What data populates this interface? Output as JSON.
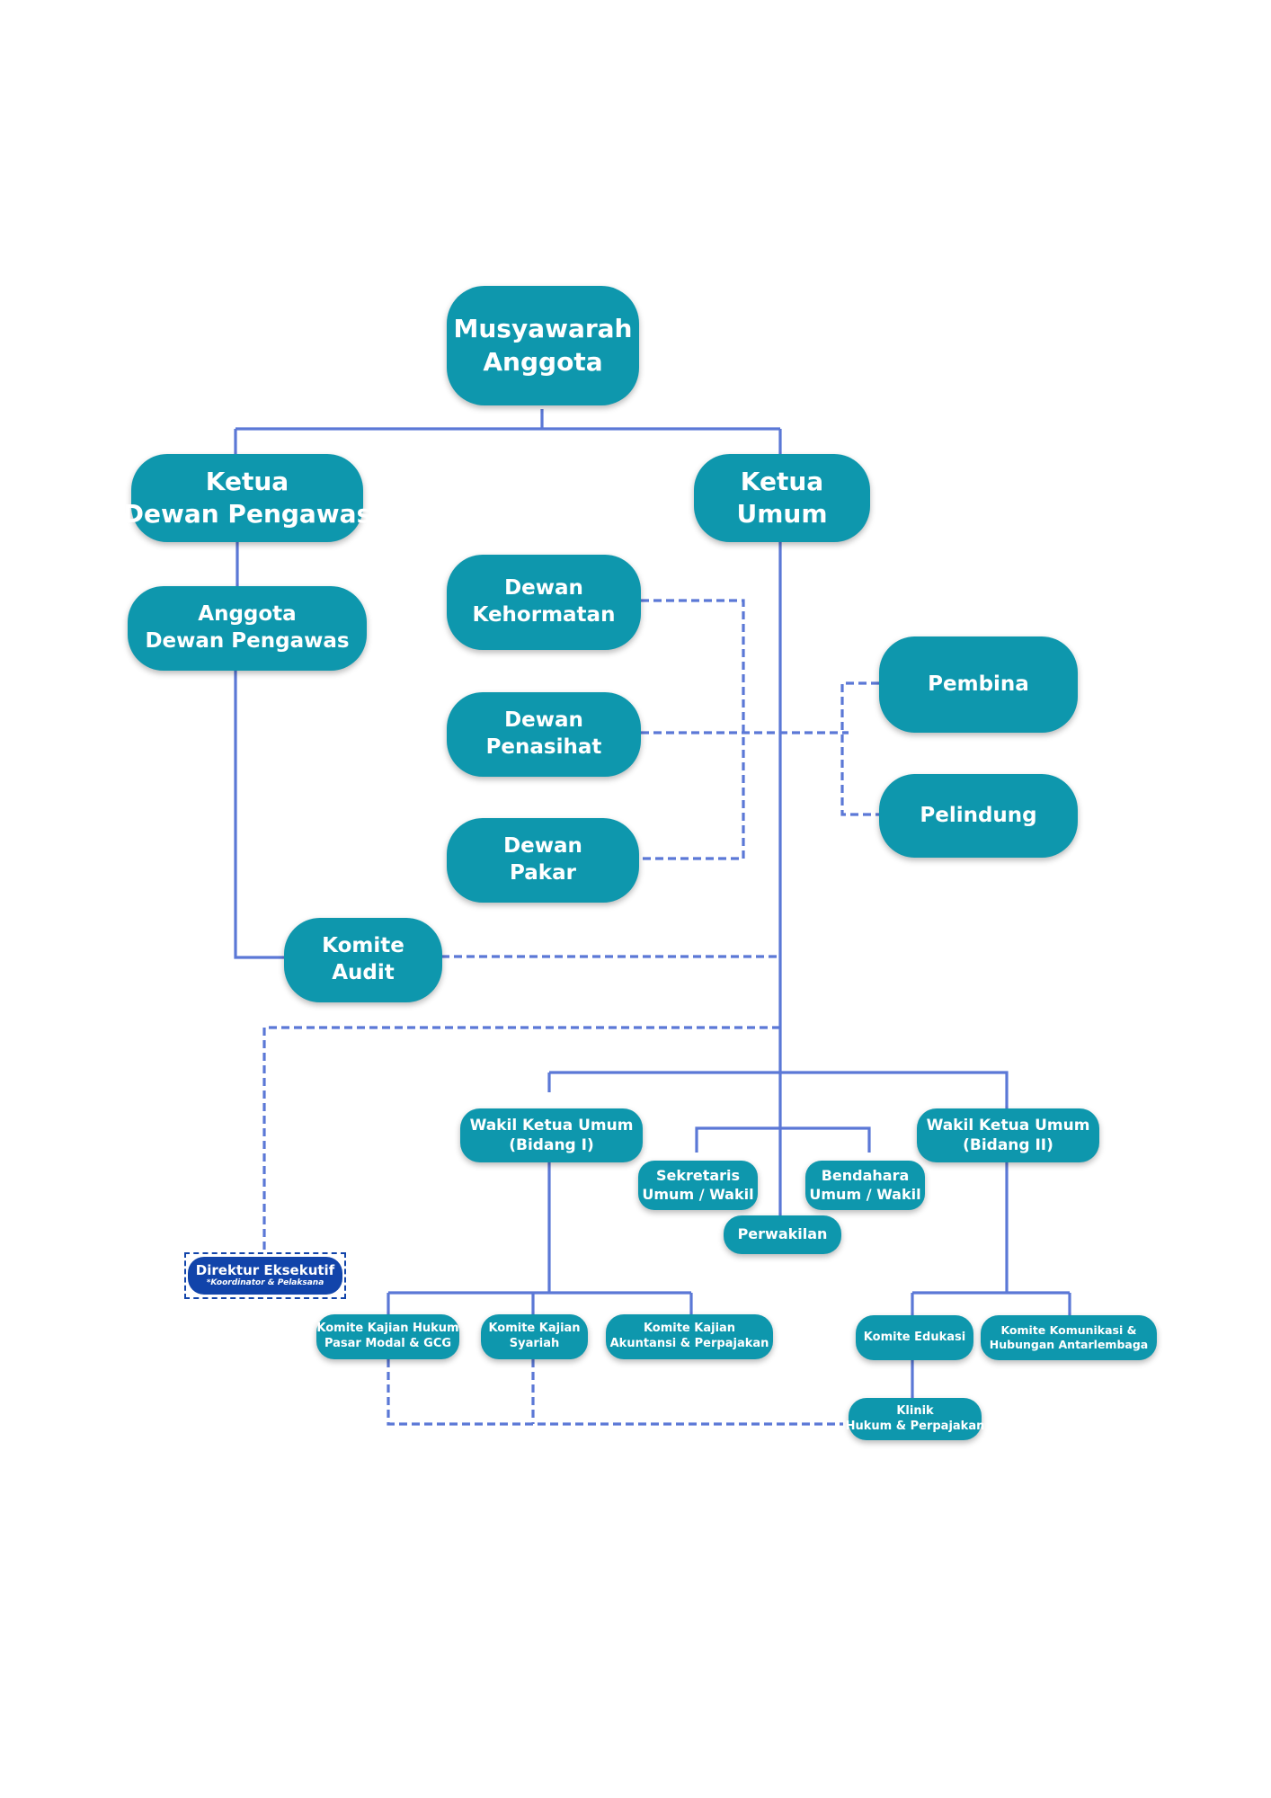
{
  "colors": {
    "node_fill": "#0e97ad",
    "line": "#5b78d6",
    "direktur_fill": "#1144aa"
  },
  "nodes": {
    "musyawarah": [
      "Musyawarah",
      "Anggota"
    ],
    "ketua_dewan_pengawas": [
      "Ketua",
      "Dewan Pengawas"
    ],
    "ketua_umum": [
      "Ketua",
      "Umum"
    ],
    "anggota_dewan_pengawas": [
      "Anggota",
      "Dewan Pengawas"
    ],
    "dewan_kehormatan": [
      "Dewan",
      "Kehormatan"
    ],
    "dewan_penasihat": [
      "Dewan",
      "Penasihat"
    ],
    "dewan_pakar": [
      "Dewan",
      "Pakar"
    ],
    "pembina": "Pembina",
    "pelindung": "Pelindung",
    "komite_audit": [
      "Komite",
      "Audit"
    ],
    "wakil_1": [
      "Wakil Ketua Umum",
      "(Bidang I)"
    ],
    "wakil_2": [
      "Wakil Ketua Umum",
      "(Bidang II)"
    ],
    "sekretaris": [
      "Sekretaris",
      "Umum / Wakil"
    ],
    "bendahara": [
      "Bendahara",
      "Umum / Wakil"
    ],
    "perwakilan": "Perwakilan",
    "direktur": {
      "title": "Direktur Eksekutif",
      "note": "*Koordinator & Pelaksana"
    },
    "komite_hukum": [
      "Komite Kajian Hukum",
      "Pasar Modal & GCG"
    ],
    "komite_syariah": [
      "Komite Kajian",
      "Syariah"
    ],
    "komite_akuntansi": [
      "Komite Kajian",
      "Akuntansi & Perpajakan"
    ],
    "komite_edukasi": "Komite Edukasi",
    "komite_komunikasi": [
      "Komite Komunikasi &",
      "Hubungan Antarlembaga"
    ],
    "klinik": [
      "Klinik",
      "Hukum & Perpajakan"
    ]
  }
}
